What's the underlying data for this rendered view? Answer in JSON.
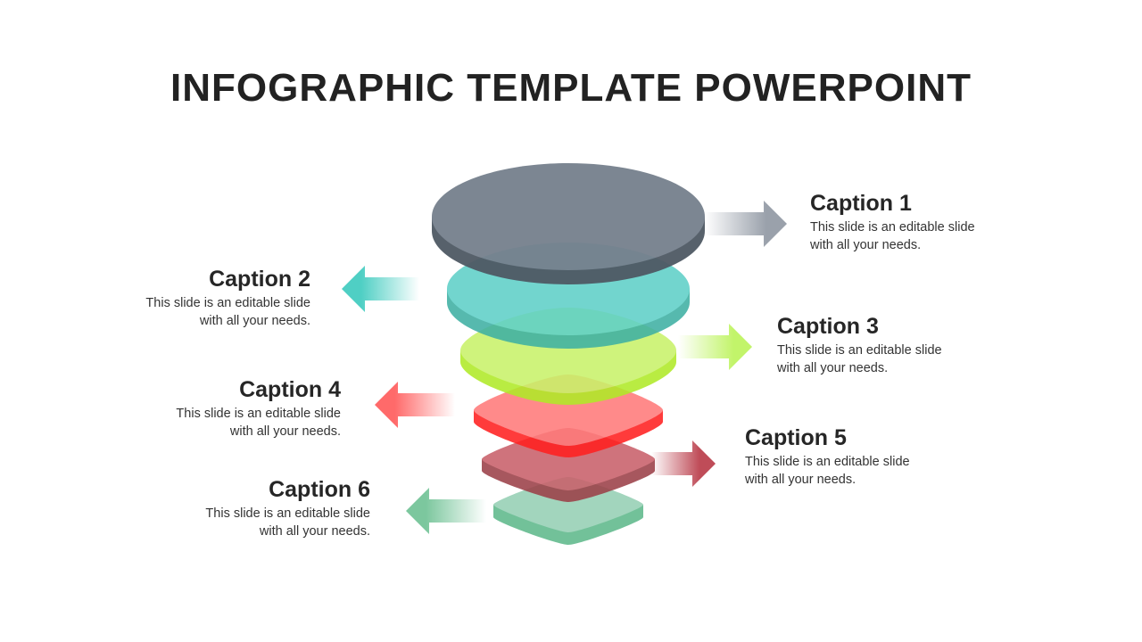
{
  "title": "INFOGRAPHIC TEMPLATE POWERPOINT",
  "captions": [
    {
      "title": "Caption 1",
      "line1": "This slide is an editable slide",
      "line2": "with all your needs."
    },
    {
      "title": "Caption 2",
      "line1": "This slide is an editable slide",
      "line2": "with all your needs."
    },
    {
      "title": "Caption 3",
      "line1": "This slide is an editable slide",
      "line2": "with all your needs."
    },
    {
      "title": "Caption 4",
      "line1": "This slide is an editable slide",
      "line2": "with all your needs."
    },
    {
      "title": "Caption 5",
      "line1": "This slide is an editable slide",
      "line2": "with all your needs."
    },
    {
      "title": "Caption 6",
      "line1": "This slide is an editable slide",
      "line2": "with all your needs."
    }
  ],
  "colors": {
    "layer_tops": [
      "#76808d",
      "#5fd0c8",
      "#c9f26a",
      "#ff7a7a",
      "#c9606a",
      "#96d0b4"
    ],
    "layer_sides": [
      "#4f5964",
      "#3fb0a3",
      "#b0ea28",
      "#ff2020",
      "#9c4048",
      "#5fb98c"
    ],
    "arrows": [
      "#9aa1ab",
      "#4fcfc4",
      "#c2f46a",
      "#ff6a6a",
      "#bf4c58",
      "#7cc79e"
    ]
  }
}
